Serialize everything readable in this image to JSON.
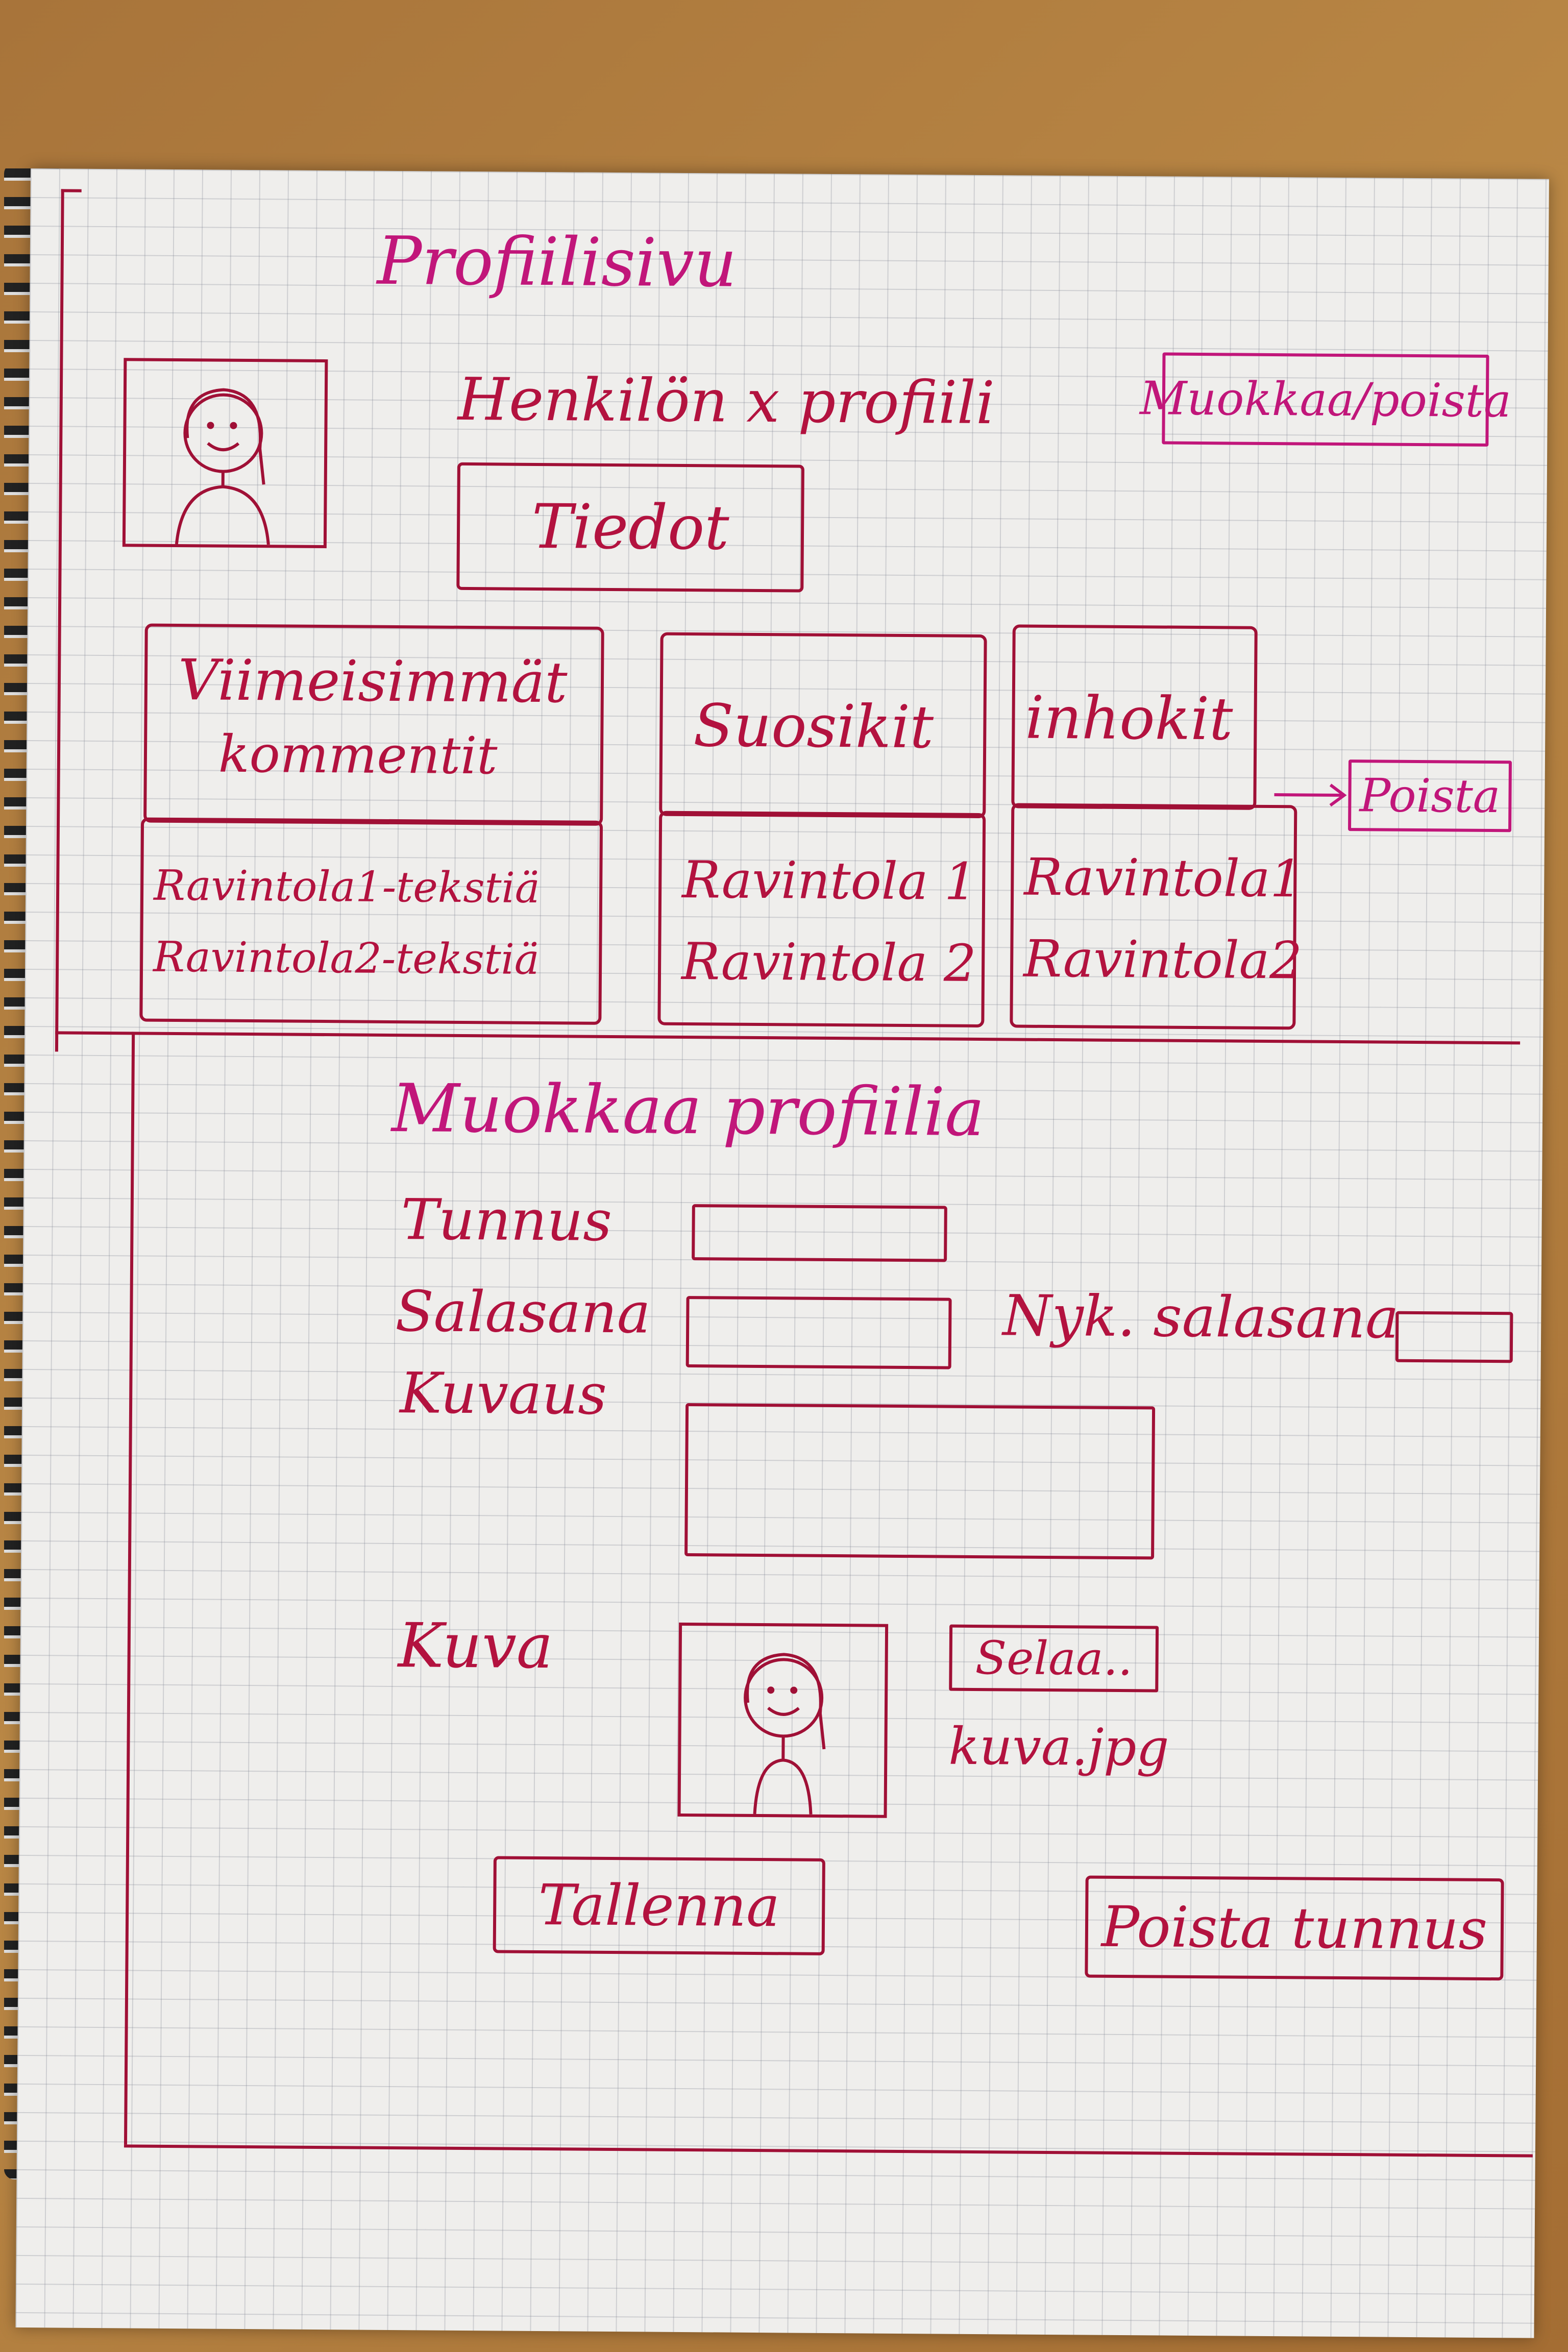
{
  "page": {
    "title": "Profiilisivu",
    "profile_heading": "Henkilön x profiili",
    "edit_delete_button": "Muokkaa/poista",
    "info_button": "Tiedot"
  },
  "panels": {
    "recent_comments": {
      "title_line1": "Viimeisimmät",
      "title_line2": "kommentit",
      "items": [
        "Ravintola1-tekstiä",
        "Ravintola2-tekstiä"
      ]
    },
    "favorites": {
      "title": "Suosikit",
      "items": [
        "Ravintola 1",
        "Ravintola 2"
      ]
    },
    "dislikes": {
      "title": "inhokit",
      "items": [
        "Ravintola1",
        "Ravintola2"
      ],
      "delete_button": "Poista"
    }
  },
  "edit_profile": {
    "title": "Muokkaa profiilia",
    "username_label": "Tunnus",
    "username_value": "",
    "password_label": "Salasana",
    "password_value": "",
    "current_password_label": "Nyk. salasana",
    "current_password_value": "",
    "description_label": "Kuvaus",
    "description_value": "",
    "image_label": "Kuva",
    "browse_button": "Selaa..",
    "file_name": "kuva.jpg",
    "save_button": "Tallenna",
    "delete_account_button": "Poista tunnus"
  },
  "colors": {
    "ink": "#a01036",
    "ink_magenta": "#c1167a",
    "paper": "#efeeec"
  }
}
